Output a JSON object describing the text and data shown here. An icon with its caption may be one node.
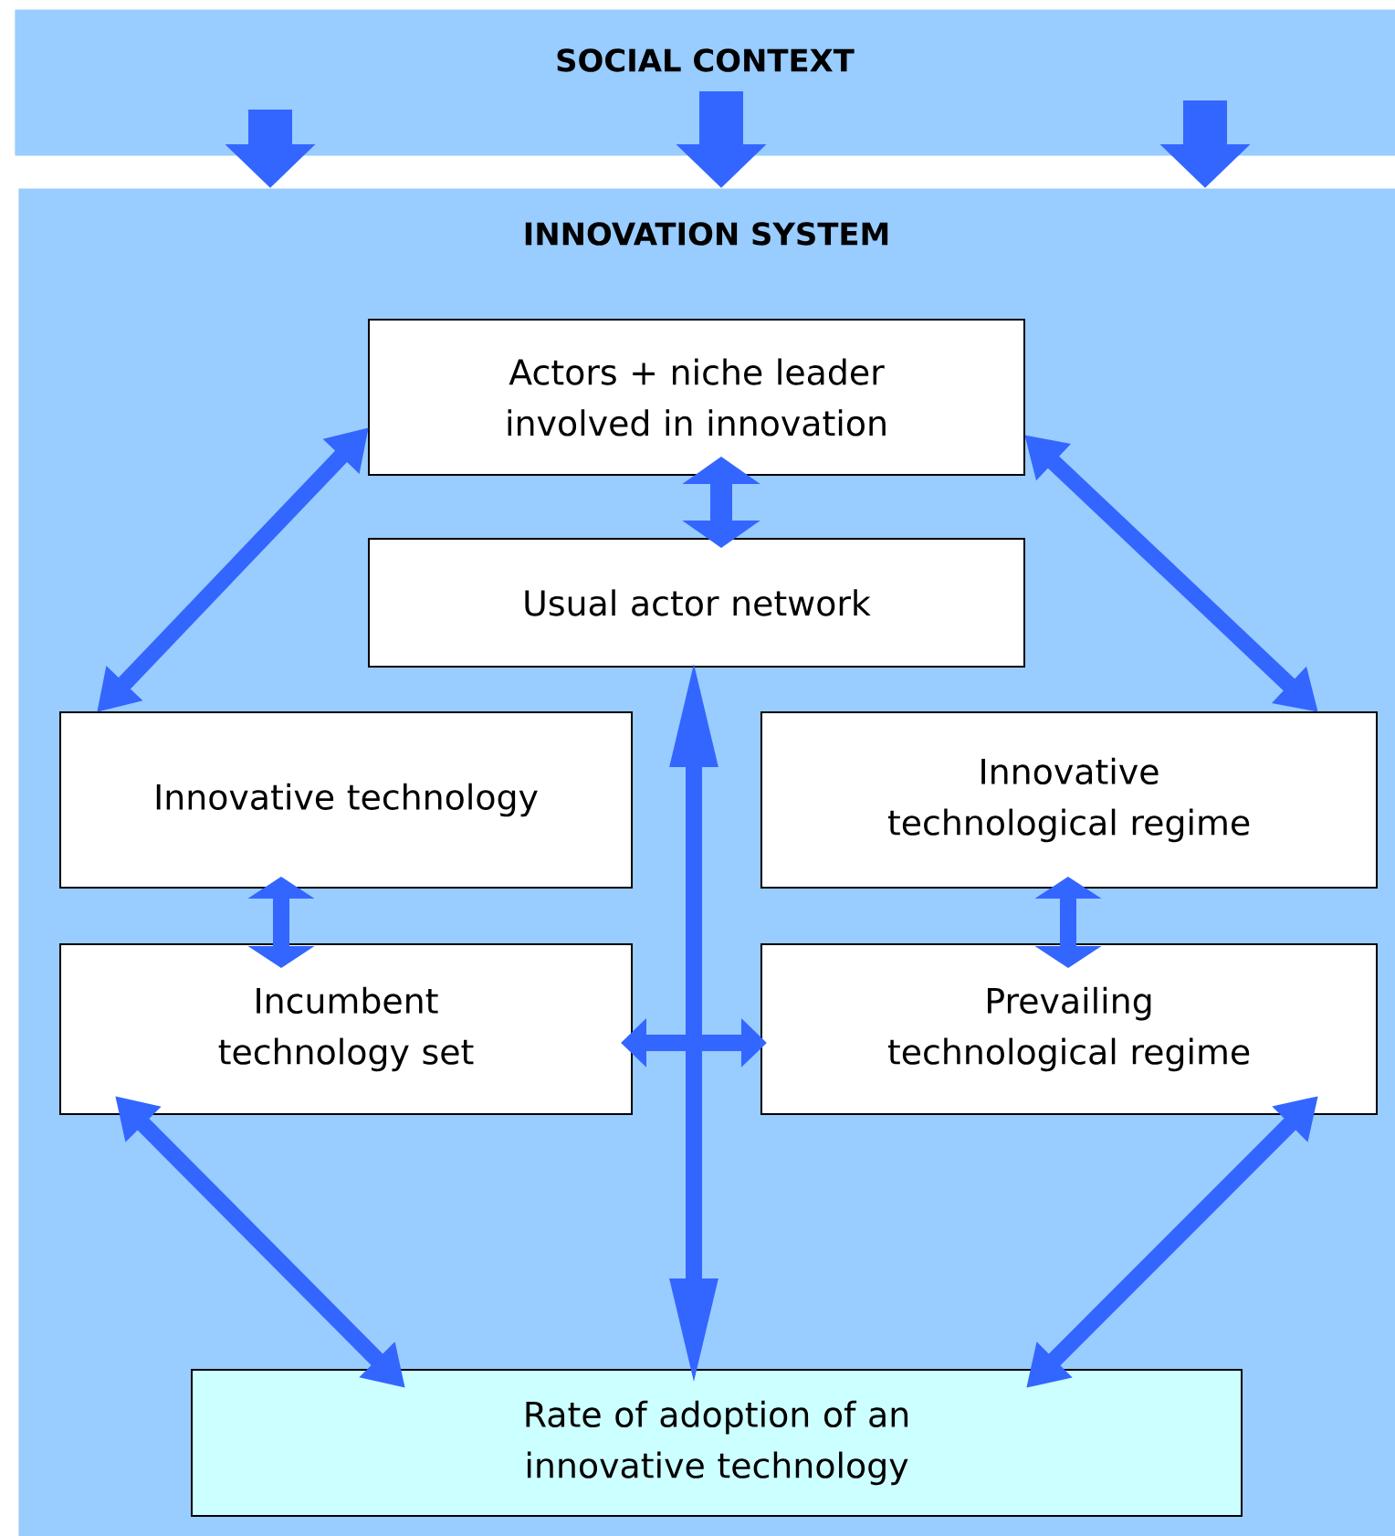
{
  "diagram": {
    "nodes": [
      {
        "text": [
          "SOCIAL CONTEXT"
        ]
      },
      {
        "text": [
          "INNOVATION SYSTEM"
        ]
      },
      {
        "text": [
          "Actors + niche leader involved in innovation"
        ],
        "in": 1
      },
      {
        "text": [
          "Usual actor network"
        ],
        "in": 1
      },
      {
        "text": [
          "Innovative technology"
        ],
        "in": 1
      },
      {
        "text": [
          "Innovative technological regime"
        ],
        "in": 1
      },
      {
        "text": [
          "Incumbent technology set"
        ],
        "in": 1
      },
      {
        "text": [
          "Prevailing technological regime"
        ],
        "in": 1
      },
      {
        "text": [
          "Rate of adoption of an innovative technology"
        ],
        "in": 1
      }
    ],
    "edges": [
      {
        "from": 0,
        "to": 1,
        "arrow": "to",
        "style": "thick"
      },
      {
        "from": 0,
        "to": 1,
        "arrow": "to",
        "style": "thick"
      },
      {
        "from": 0,
        "to": 1,
        "arrow": "to",
        "style": "thick"
      },
      {
        "from": 2,
        "to": 3,
        "arrow": "both"
      },
      {
        "from": 2,
        "to": 4,
        "arrow": "both"
      },
      {
        "from": 2,
        "to": 5,
        "arrow": "both"
      },
      {
        "from": 4,
        "to": 6,
        "arrow": "both"
      },
      {
        "from": 5,
        "to": 7,
        "arrow": "both"
      },
      {
        "from": 3,
        "to": 8,
        "arrow": "both"
      },
      {
        "from": 6,
        "to": 7,
        "arrow": "both"
      },
      {
        "from": 6,
        "to": 8,
        "arrow": "both"
      },
      {
        "from": 7,
        "to": 8,
        "arrow": "both"
      }
    ]
  }
}
